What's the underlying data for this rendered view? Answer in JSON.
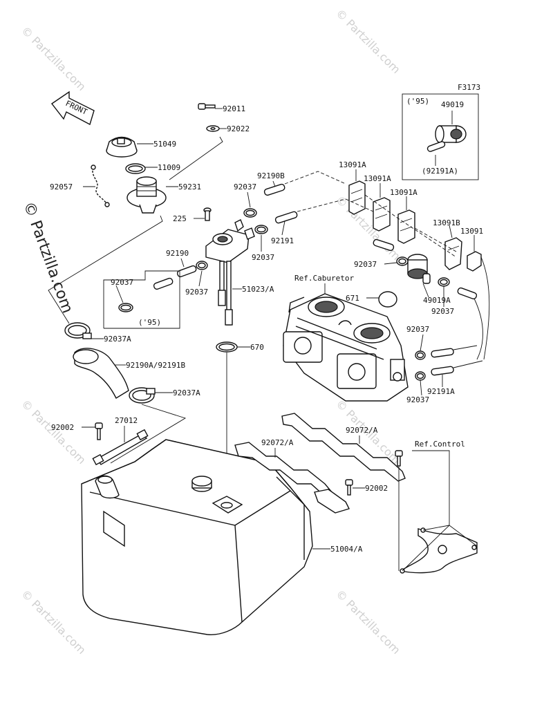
{
  "figure_code": "F3173",
  "front_label": "FRONT",
  "watermark": "© Partzilla.com",
  "watermark_side": "© Partzilla.com",
  "labels": {
    "p92011": "92011",
    "p92022": "92022",
    "p51049": "51049",
    "p11009": "11009",
    "p92057": "92057",
    "p59231": "59231",
    "p92190B": "92190B",
    "p92037a": "92037",
    "p92191": "92191",
    "p92037b": "92037",
    "p225": "225",
    "p92190": "92190",
    "p92037c": "92037",
    "p51023A": "51023/A",
    "inset1_part": "92037",
    "inset1_year": "('95)",
    "p92037A1": "92037A",
    "p92190A": "92190A/92191B",
    "p92037A2": "92037A",
    "p670": "670",
    "p13091A1": "13091A",
    "p13091A2": "13091A",
    "p13091A3": "13091A",
    "p13091B": "13091B",
    "p13091": "13091",
    "inset2_year": "('95)",
    "p49019": "49019",
    "p92191A_paren": "(92191A)",
    "ref_carb": "Ref.Caburetor",
    "p671": "671",
    "p92037d": "92037",
    "p49019A": "49019A",
    "p92037e": "92037",
    "p92037f": "92037",
    "p92037g": "92037",
    "p92191A": "92191A",
    "p92002a": "92002",
    "p27012": "27012",
    "p92072A1": "92072/A",
    "p92072A2": "92072/A",
    "ref_control": "Ref.Control",
    "p92002b": "92002",
    "p51004A": "51004/A"
  }
}
